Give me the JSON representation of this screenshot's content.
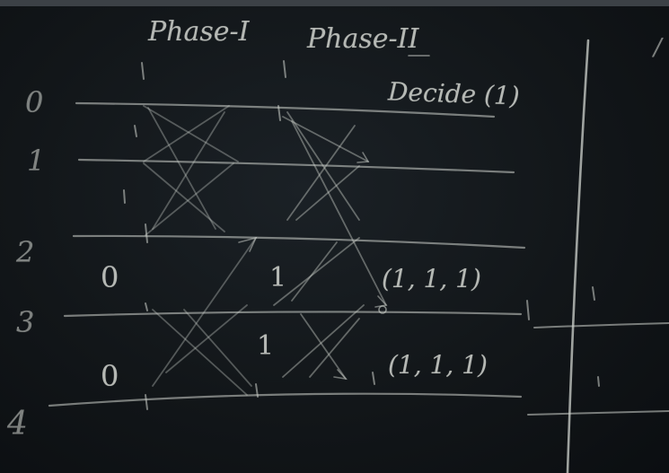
{
  "board": {
    "phase_1_heading": "Phase-I",
    "phase_2_heading": "Phase-II",
    "decide_text": "Decide (1)",
    "top_right_fragment": "/",
    "row_labels": [
      "0",
      "1",
      "2",
      "3",
      "4"
    ],
    "phase_1_values": [
      "0",
      "0"
    ],
    "phase_2_values": [
      "1",
      "1"
    ],
    "vectors": [
      "(1, 1, 1)",
      "(1, 1, 1)"
    ]
  },
  "colors": {
    "chalk": "#d9dcd6",
    "board": "#151a1e"
  }
}
